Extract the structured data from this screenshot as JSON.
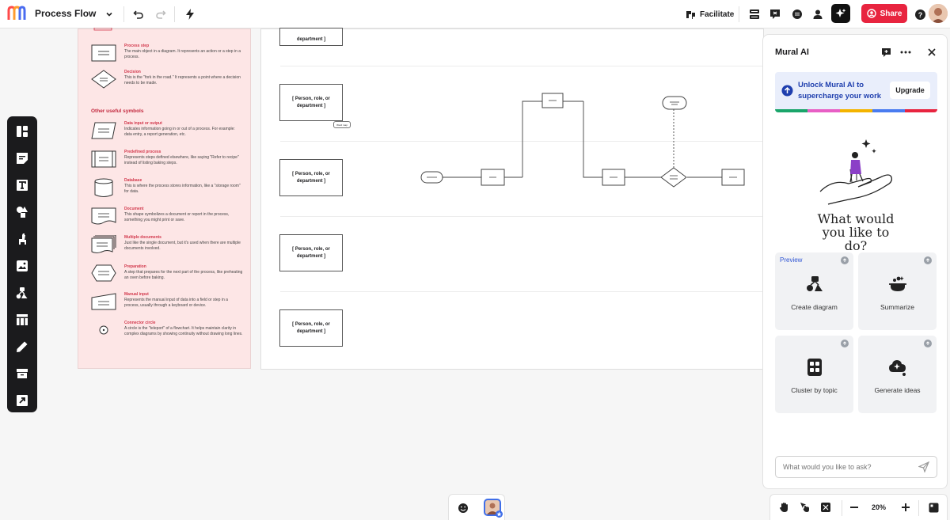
{
  "topbar": {
    "board_title": "Process Flow",
    "facilitate_label": "Facilitate",
    "share_label": "Share"
  },
  "legend": {
    "items_top": [
      {
        "title": "Process step",
        "desc": "The main object in a diagram. It represents an action or a step in a process."
      },
      {
        "title": "Decision",
        "desc": "This is the \"fork in the road.\" It represents a point where a decision needs to be made."
      }
    ],
    "other_heading": "Other useful symbols",
    "items_other": [
      {
        "title": "Data input or output",
        "desc": "Indicates information going in or out of a process. For example: data entry, a report generation, etc."
      },
      {
        "title": "Predefined process",
        "desc": "Represents steps defined elsewhere, like saying \"Refer to recipe\" instead of listing baking steps."
      },
      {
        "title": "Database",
        "desc": "This is where the process stores information, like a \"storage room\" for data."
      },
      {
        "title": "Document",
        "desc": "This shape symbolizes a document or report in the process, something you might print or save."
      },
      {
        "title": "Multiple documents",
        "desc": "Just like the single document, but it's used when there are multiple documents involved."
      },
      {
        "title": "Preparation",
        "desc": "A step that prepares for the next part of the process, like preheating an oven before baking."
      },
      {
        "title": "Manual input",
        "desc": "Represents the manual input of data into a field or step in a process, usually through a keyboard or device."
      },
      {
        "title": "Connector circle",
        "desc": "A circle is the \"teleport\" of a flowchart. It helps maintain clarity in complex diagrams by showing continuity without drawing long lines."
      }
    ]
  },
  "swimlanes": {
    "role_boxes": [
      "department ]",
      "[ Person, role, or department ]",
      "[ Person, role, or department ]",
      "[ Person, role, or department ]",
      "[ Person, role, or department ]"
    ],
    "tag_label": "Word map"
  },
  "ai_panel": {
    "title": "Mural AI",
    "upgrade_text": "Unlock Mural AI to supercharge your work",
    "upgrade_button": "Upgrade",
    "question": "What would you like to do?",
    "preview_badge": "Preview",
    "cards": [
      {
        "label": "Create diagram"
      },
      {
        "label": "Summarize"
      },
      {
        "label": "Cluster by topic"
      },
      {
        "label": "Generate ideas"
      }
    ],
    "ask_placeholder": "What would you like to ask?",
    "stripe_colors": [
      "#1aa56a",
      "#e85fc5",
      "#f4b400",
      "#4a7cf0",
      "#e8243f"
    ]
  },
  "bottom": {
    "zoom": "20%"
  },
  "colors": {
    "share": "#e8243f",
    "legend_bg": "#fde6e6",
    "accent_blue": "#1f3fae"
  }
}
